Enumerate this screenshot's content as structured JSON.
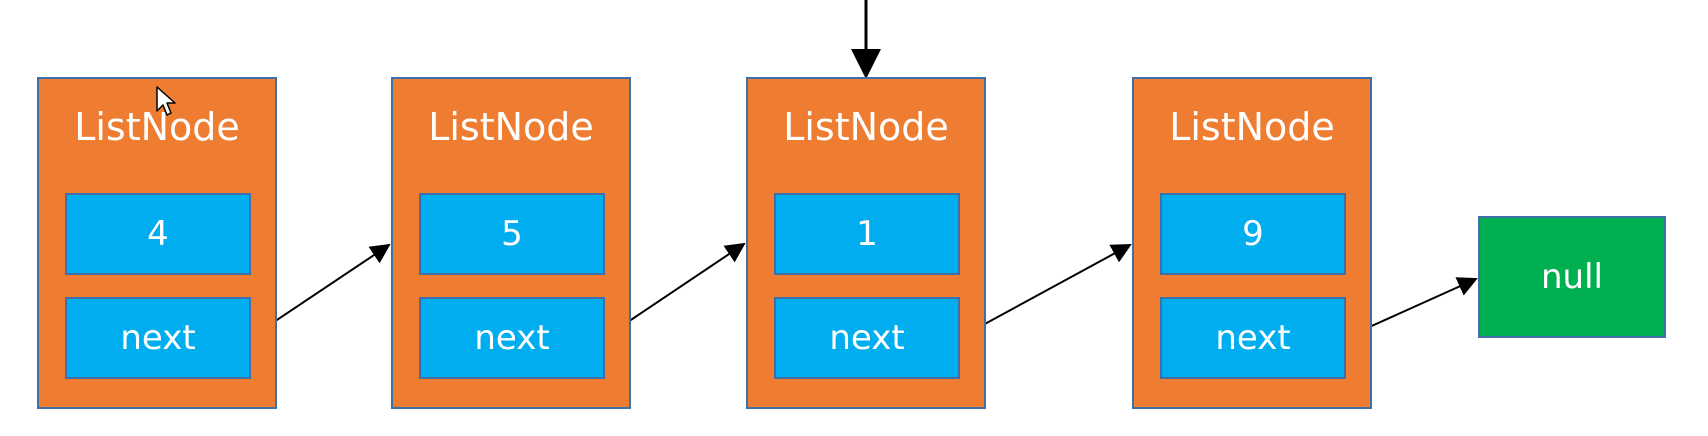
{
  "nodes": [
    {
      "title": "ListNode",
      "value": "4",
      "next_label": "next"
    },
    {
      "title": "ListNode",
      "value": "5",
      "next_label": "next"
    },
    {
      "title": "ListNode",
      "value": "1",
      "next_label": "next"
    },
    {
      "title": "ListNode",
      "value": "9",
      "next_label": "next"
    }
  ],
  "terminal": {
    "label": "null"
  },
  "colors": {
    "node_fill": "#ee7c31",
    "field_fill": "#00aeef",
    "null_fill": "#00b050",
    "border": "#3f6fa6",
    "arrow": "#000000",
    "text": "#ffffff"
  },
  "icons": {
    "pointer_arrow": "arrow-down-icon",
    "cursor": "mouse-cursor-icon"
  }
}
